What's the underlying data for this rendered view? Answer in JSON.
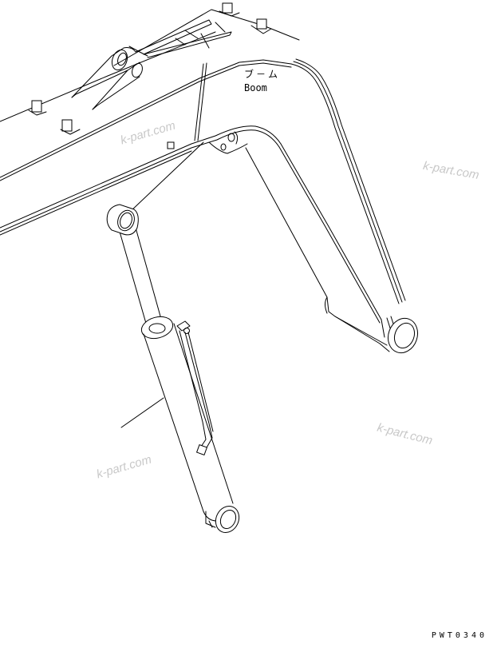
{
  "diagram": {
    "type": "parts-catalog-illustration",
    "subject": "Excavator boom with boom cylinder",
    "part_label": {
      "japanese": "ブ－ム",
      "english": "Boom"
    },
    "figure_code": "PWT0340",
    "watermarks": [
      "k-part.com",
      "k-part.com",
      "k-part.com",
      "k-part.com"
    ],
    "components": [
      {
        "name": "boom",
        "label": "Boom"
      },
      {
        "name": "boom-cylinder",
        "label": ""
      },
      {
        "name": "cylinder-hose",
        "label": ""
      },
      {
        "name": "boom-foot-pin-boss",
        "label": ""
      },
      {
        "name": "boom-top-bracket",
        "label": ""
      }
    ],
    "leader_lines": [
      {
        "from": "cylinder-rod-end",
        "to": "boom-bracket"
      },
      {
        "from": "cylinder-tube",
        "to": "open-end"
      }
    ]
  }
}
